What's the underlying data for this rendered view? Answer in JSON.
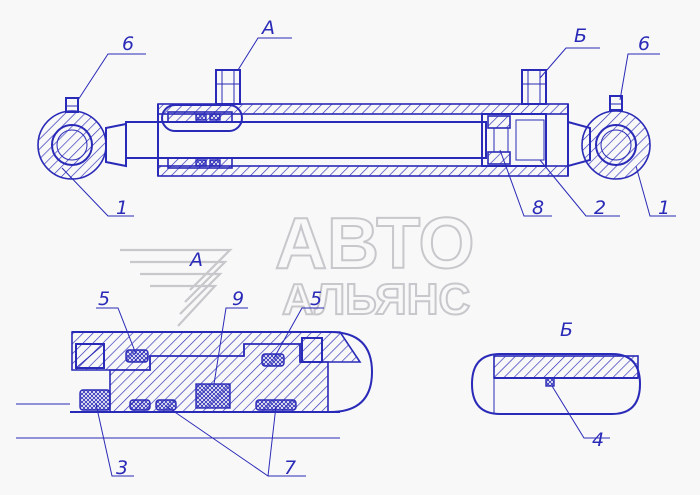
{
  "labels": {
    "view_a_top": "А",
    "view_b_top": "Б",
    "view_a_detail": "А",
    "view_b_detail": "Б",
    "p1_left": "1",
    "p1_right": "1",
    "p2": "2",
    "p3": "3",
    "p4": "4",
    "p5_left": "5",
    "p5_right": "5",
    "p6_left": "6",
    "p6_right": "6",
    "p7": "7",
    "p8": "8",
    "p9": "9"
  },
  "watermark": {
    "line1": "АВТО",
    "line2": "АЛЬЯНС"
  },
  "colors": {
    "ink": "#2a2ab8",
    "watermark": "#c7c7cc",
    "background": "#f8f8f8"
  }
}
